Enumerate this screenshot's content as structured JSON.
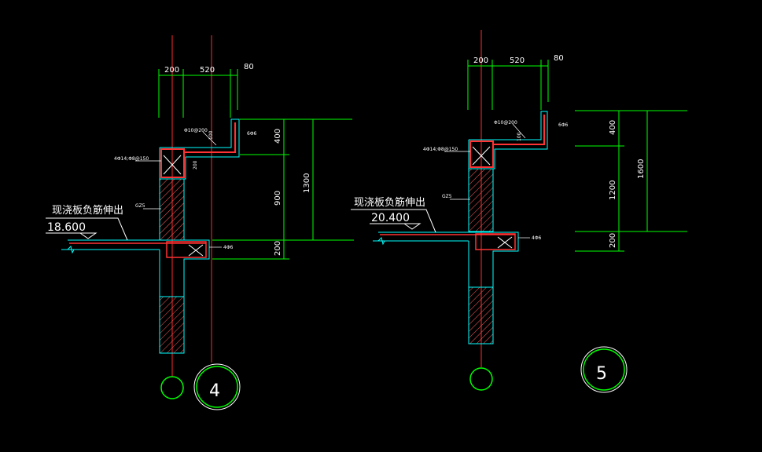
{
  "details": [
    {
      "number": "4",
      "dims_top": [
        "200",
        "520",
        "80"
      ],
      "dims_right": [
        "400",
        "900",
        "200"
      ],
      "dims_total": "1300",
      "rebar": {
        "upper_stirrup": "Φ10@200",
        "left_callout": "4Φ14;Φ8@150",
        "pedestal_bar": "6Φ6",
        "lower_bar": "4Φ6"
      },
      "inner_dims": [
        "100",
        "200"
      ],
      "column_label": "GZ5",
      "slab_note": "现浇板负筋伸出",
      "elevation": "18.600"
    },
    {
      "number": "5",
      "dims_top": [
        "200",
        "520",
        "80"
      ],
      "dims_right": [
        "400",
        "1200",
        "200"
      ],
      "dims_total": "1600",
      "rebar": {
        "upper_stirrup": "Φ10@200",
        "left_callout": "4Φ14;Φ8@150",
        "pedestal_bar": "6Φ6",
        "lower_bar": "4Φ6"
      },
      "inner_dims": [
        "100"
      ],
      "column_label": "GZ5",
      "slab_note": "现浇板负筋伸出",
      "elevation": "20.400"
    }
  ],
  "colors": {
    "background": "#000000",
    "axis": "#ff2a2a",
    "dimension": "#00ff00",
    "outline": "#00ffff",
    "rebar": "#ff3333",
    "text": "#ffffff",
    "hatch": "#ff6060"
  }
}
